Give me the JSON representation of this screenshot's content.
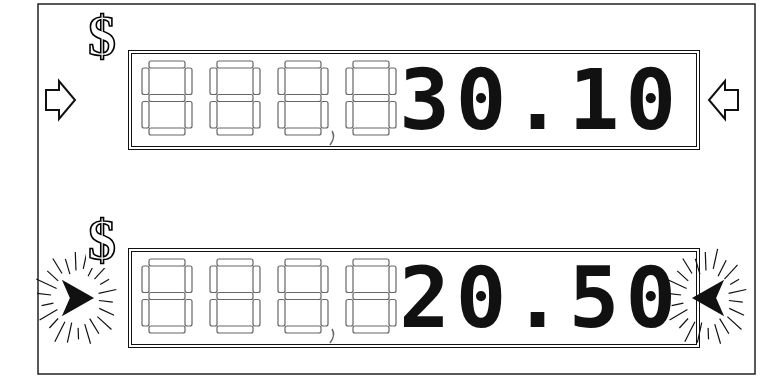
{
  "diagram": {
    "nodes": [
      {
        "text": [
          "$",
          "30.10"
        ]
      },
      {
        "text": [
          "$",
          "20.50"
        ]
      }
    ]
  }
}
